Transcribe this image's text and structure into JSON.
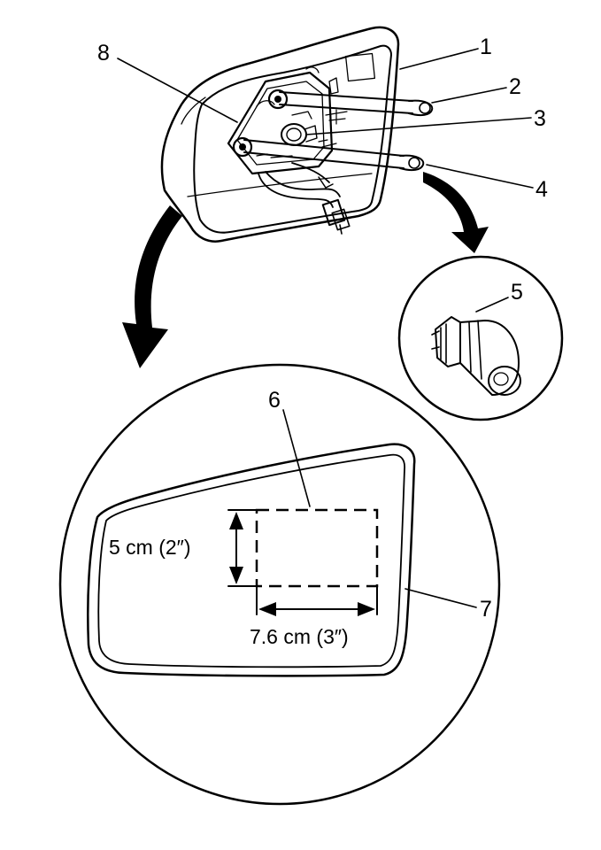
{
  "callouts": {
    "c1": "1",
    "c2": "2",
    "c3": "3",
    "c4": "4",
    "c5": "5",
    "c6": "6",
    "c7": "7",
    "c8": "8"
  },
  "dimensions": {
    "height": "5 cm (2″)",
    "width": "7.6 cm (3″)"
  }
}
